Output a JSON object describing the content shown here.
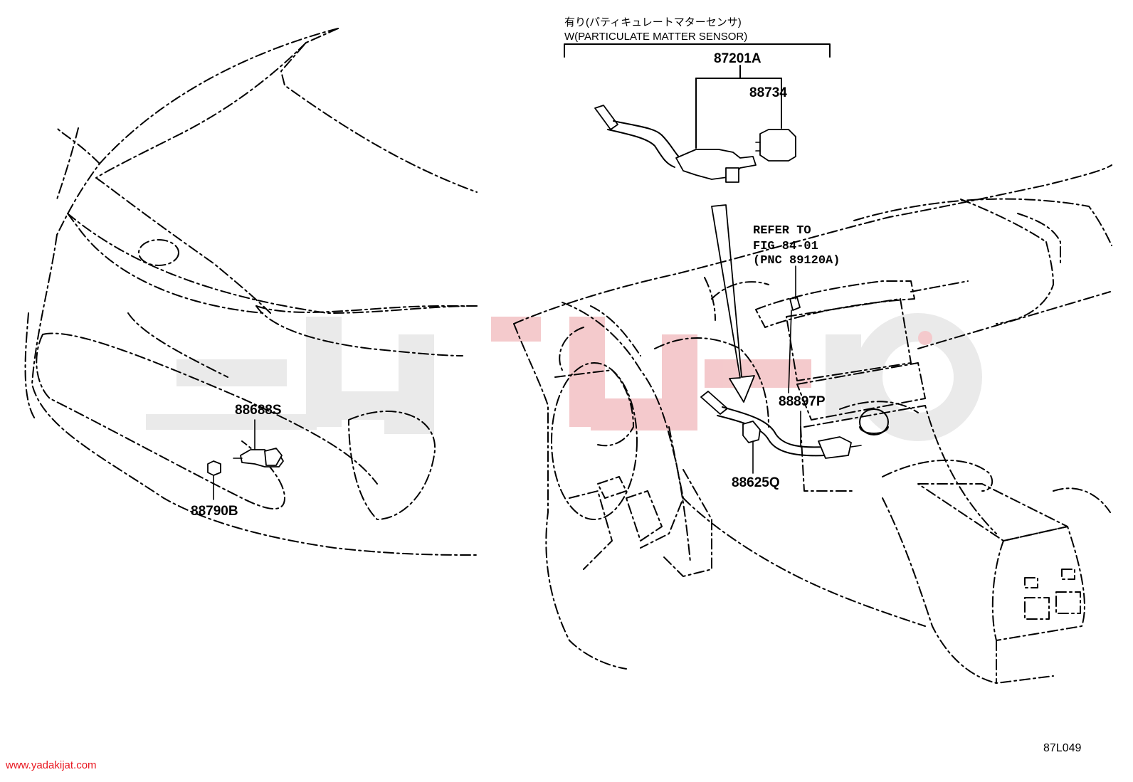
{
  "header": {
    "jp_line": "有り(パティキュレートマターセンサ)",
    "en_line": "W(PARTICULATE MATTER SENSOR)"
  },
  "parts": {
    "p87201A": "87201A",
    "p88734": "88734",
    "p88688S": "88688S",
    "p88790B": "88790B",
    "p88897P": "88897P",
    "p88625Q": "88625Q"
  },
  "reference": {
    "line1": "REFER TO",
    "line2": "FIG 84-01",
    "line3": "(PNC 89120A)"
  },
  "footer": {
    "watermark_url": "www.yadakijat.com",
    "diagram_code": "87L049"
  },
  "colors": {
    "watermark_red": "#e8161f",
    "watermark_red_light": "#f3c4c7",
    "watermark_gray": "#e6e6e6"
  }
}
